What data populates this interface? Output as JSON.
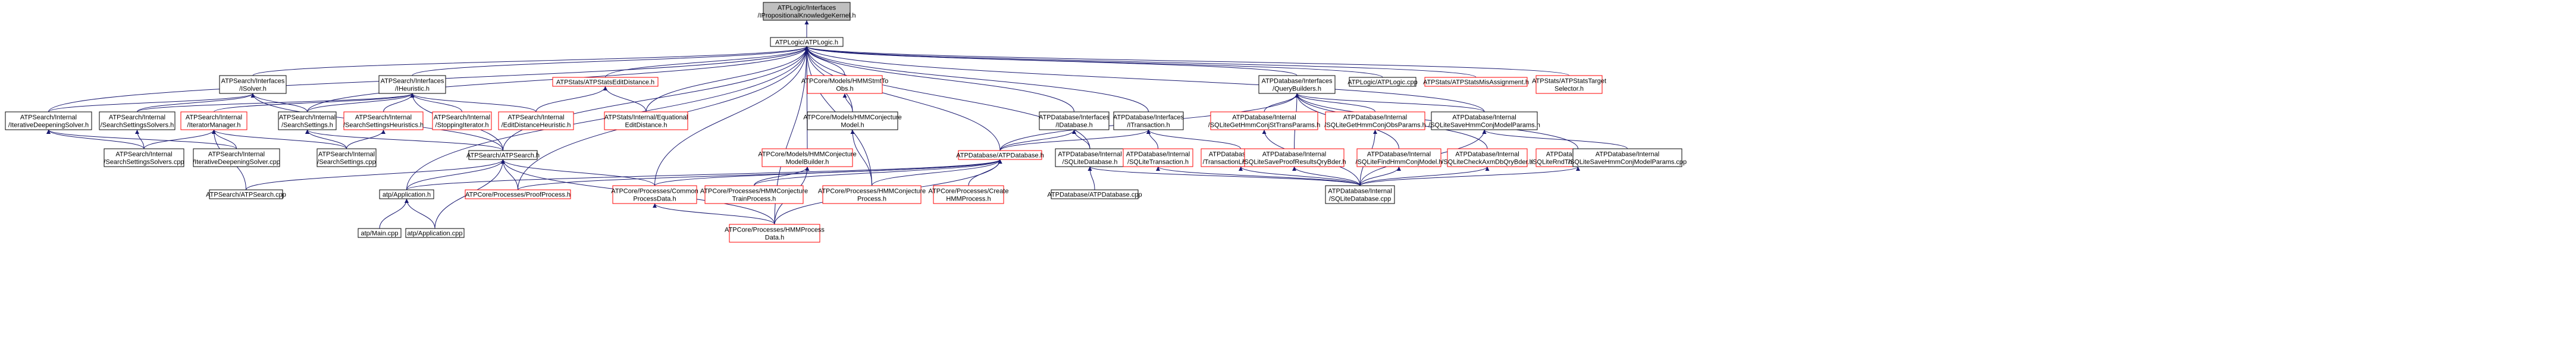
{
  "colors": {
    "edge": "#191970",
    "node_border": "#000000",
    "missing_border": "#ff0000",
    "root_fill": "#bfbfbf",
    "node_fill": "#ffffff",
    "text": "#000000"
  },
  "nodes": [
    {
      "id": "root",
      "lines": [
        "ATPLogic/Interfaces",
        "/IPropositionalKnowledgeKernel.h"
      ],
      "style": "root"
    },
    {
      "id": "atplogic_h",
      "lines": [
        "ATPLogic/ATPLogic.h"
      ],
      "style": "normal"
    },
    {
      "id": "isolver",
      "lines": [
        "ATPSearch/Interfaces",
        "/ISolver.h"
      ],
      "style": "normal"
    },
    {
      "id": "iheuristic",
      "lines": [
        "ATPSearch/Interfaces",
        "/IHeuristic.h"
      ],
      "style": "normal"
    },
    {
      "id": "editdistance",
      "lines": [
        "ATPStats/ATPStatsEditDistance.h"
      ],
      "style": "missing"
    },
    {
      "id": "hmmstmtobs",
      "lines": [
        "ATPCore/Models/HMMStmtTo",
        "Obs.h"
      ],
      "style": "missing"
    },
    {
      "id": "querybuilders",
      "lines": [
        "ATPDatabase/Interfaces",
        "/QueryBuilders.h"
      ],
      "style": "normal"
    },
    {
      "id": "atplogic_cpp",
      "lines": [
        "ATPLogic/ATPLogic.cpp"
      ],
      "style": "normal"
    },
    {
      "id": "misassign",
      "lines": [
        "ATPStats/ATPStatsMisAssignment.h"
      ],
      "style": "missing"
    },
    {
      "id": "targetsel",
      "lines": [
        "ATPStats/ATPStatsTarget",
        "Selector.h"
      ],
      "style": "missing"
    },
    {
      "id": "idsolver",
      "lines": [
        "ATPSearch/Internal",
        "/IterativeDeepeningSolver.h"
      ],
      "style": "normal"
    },
    {
      "id": "sssolvers",
      "lines": [
        "ATPSearch/Internal",
        "/SearchSettingsSolvers.h"
      ],
      "style": "normal"
    },
    {
      "id": "itermanager",
      "lines": [
        "ATPSearch/Internal",
        "/IteratorManager.h"
      ],
      "style": "missing"
    },
    {
      "id": "searchsettings",
      "lines": [
        "ATPSearch/Internal",
        "/SearchSettings.h"
      ],
      "style": "normal"
    },
    {
      "id": "ssheuristics",
      "lines": [
        "ATPSearch/Internal",
        "/SearchSettingsHeuristics.h"
      ],
      "style": "missing"
    },
    {
      "id": "stopiter",
      "lines": [
        "ATPSearch/Internal",
        "/StoppingIterator.h"
      ],
      "style": "missing"
    },
    {
      "id": "edheuristic",
      "lines": [
        "ATPSearch/Internal",
        "/EditDistanceHeuristic.h"
      ],
      "style": "missing"
    },
    {
      "id": "equational",
      "lines": [
        "ATPStats/Internal/Equational",
        "EditDistance.h"
      ],
      "style": "missing"
    },
    {
      "id": "hmmconjmodel",
      "lines": [
        "ATPCore/Models/HMMConjecture",
        "Model.h"
      ],
      "style": "normal"
    },
    {
      "id": "idatabase",
      "lines": [
        "ATPDatabase/Interfaces",
        "/IDatabase.h"
      ],
      "style": "normal"
    },
    {
      "id": "itransaction",
      "lines": [
        "ATPDatabase/Interfaces",
        "/ITransaction.h"
      ],
      "style": "normal"
    },
    {
      "id": "getconjtrans",
      "lines": [
        "ATPDatabase/Internal",
        "/SQLiteGetHmmConjStTransParams.h"
      ],
      "style": "missing"
    },
    {
      "id": "getconjobs",
      "lines": [
        "ATPDatabase/Internal",
        "/SQLiteGetHmmConjObsParams.h"
      ],
      "style": "missing"
    },
    {
      "id": "savehmmconj",
      "lines": [
        "ATPDatabase/Internal",
        "/SQLiteSaveHmmConjModelParams.h"
      ],
      "style": "normal"
    },
    {
      "id": "sssolvers_cpp",
      "lines": [
        "ATPSearch/Internal",
        "/SearchSettingsSolvers.cpp"
      ],
      "style": "normal"
    },
    {
      "id": "idsolver_cpp",
      "lines": [
        "ATPSearch/Internal",
        "/IterativeDeepeningSolver.cpp"
      ],
      "style": "normal"
    },
    {
      "id": "searchsettings_cpp",
      "lines": [
        "ATPSearch/Internal",
        "/SearchSettings.cpp"
      ],
      "style": "normal"
    },
    {
      "id": "atpsearch_h",
      "lines": [
        "ATPSearch/ATPSearch.h"
      ],
      "style": "normal"
    },
    {
      "id": "hmmconjbuilder",
      "lines": [
        "ATPCore/Models/HMMConjecture",
        "ModelBuilder.h"
      ],
      "style": "missing"
    },
    {
      "id": "atpdatabase_h",
      "lines": [
        "ATPDatabase/ATPDatabase.h"
      ],
      "style": "missing"
    },
    {
      "id": "sqlitedb_h",
      "lines": [
        "ATPDatabase/Internal",
        "/SQLiteDatabase.h"
      ],
      "style": "normal"
    },
    {
      "id": "sqlitetrans",
      "lines": [
        "ATPDatabase/Internal",
        "/SQLiteTransaction.h"
      ],
      "style": "missing"
    },
    {
      "id": "translistwrap",
      "lines": [
        "ATPDatabase/Internal",
        "/TransactionListWrapper.h"
      ],
      "style": "missing"
    },
    {
      "id": "saveproof",
      "lines": [
        "ATPDatabase/Internal",
        "/SQLiteSaveProofResultsQryBder.h"
      ],
      "style": "missing"
    },
    {
      "id": "findhmm",
      "lines": [
        "ATPDatabase/Internal",
        "/SQLiteFindHmmConjModel.h"
      ],
      "style": "missing"
    },
    {
      "id": "checkaxm",
      "lines": [
        "ATPDatabase/Internal",
        "/SQLiteCheckAxmDbQryBder.h"
      ],
      "style": "missing"
    },
    {
      "id": "rndthm",
      "lines": [
        "ATPDatabase/Internal",
        "/SQLiteRndThmSelectQryBder.h"
      ],
      "style": "missing"
    },
    {
      "id": "savehmmconj_cpp",
      "lines": [
        "ATPDatabase/Internal",
        "/SQLiteSaveHmmConjModelParams.cpp"
      ],
      "style": "normal"
    },
    {
      "id": "atpsearch_cpp",
      "lines": [
        "ATPSearch/ATPSearch.cpp"
      ],
      "style": "normal"
    },
    {
      "id": "app_h",
      "lines": [
        "atp/Application.h"
      ],
      "style": "normal"
    },
    {
      "id": "proofprocess",
      "lines": [
        "ATPCore/Processes/ProofProcess.h"
      ],
      "style": "missing"
    },
    {
      "id": "commonprocdata",
      "lines": [
        "ATPCore/Processes/Common",
        "ProcessData.h"
      ],
      "style": "missing"
    },
    {
      "id": "hmmtrainproc",
      "lines": [
        "ATPCore/Processes/HMMConjecture",
        "TrainProcess.h"
      ],
      "style": "missing"
    },
    {
      "id": "hmmconjproc",
      "lines": [
        "ATPCore/Processes/HMMConjecture",
        "Process.h"
      ],
      "style": "missing"
    },
    {
      "id": "createhmm",
      "lines": [
        "ATPCore/Processes/Create",
        "HMMProcess.h"
      ],
      "style": "missing"
    },
    {
      "id": "atpdatabase_cpp",
      "lines": [
        "ATPDatabase/ATPDatabase.cpp"
      ],
      "style": "normal"
    },
    {
      "id": "sqlitedb_cpp",
      "lines": [
        "ATPDatabase/Internal",
        "/SQLiteDatabase.cpp"
      ],
      "style": "normal"
    },
    {
      "id": "main_cpp",
      "lines": [
        "atp/Main.cpp"
      ],
      "style": "normal"
    },
    {
      "id": "app_cpp",
      "lines": [
        "atp/Application.cpp"
      ],
      "style": "normal"
    },
    {
      "id": "hmmprocdata",
      "lines": [
        "ATPCore/Processes/HMMProcess",
        "Data.h"
      ],
      "style": "missing"
    }
  ],
  "edges": [
    [
      "root",
      "atplogic_h"
    ],
    [
      "atplogic_h",
      "isolver"
    ],
    [
      "atplogic_h",
      "iheuristic"
    ],
    [
      "atplogic_h",
      "editdistance"
    ],
    [
      "atplogic_h",
      "hmmstmtobs"
    ],
    [
      "atplogic_h",
      "querybuilders"
    ],
    [
      "atplogic_h",
      "atplogic_cpp"
    ],
    [
      "atplogic_h",
      "misassign"
    ],
    [
      "atplogic_h",
      "targetsel"
    ],
    [
      "atplogic_h",
      "searchsettings"
    ],
    [
      "atplogic_h",
      "hmmconjmodel"
    ],
    [
      "atplogic_h",
      "idatabase"
    ],
    [
      "atplogic_h",
      "itransaction"
    ],
    [
      "atplogic_h",
      "savehmmconj"
    ],
    [
      "atplogic_h",
      "equational"
    ],
    [
      "atplogic_h",
      "idsolver"
    ],
    [
      "atplogic_h",
      "app_h"
    ],
    [
      "atplogic_h",
      "atpsearch_h"
    ],
    [
      "atplogic_h",
      "proofprocess"
    ],
    [
      "atplogic_h",
      "commonprocdata"
    ],
    [
      "atplogic_h",
      "hmmconjbuilder"
    ],
    [
      "atplogic_h",
      "hmmconjproc"
    ],
    [
      "atplogic_h",
      "hmmprocdata"
    ],
    [
      "atplogic_h",
      "sqlitedb_h"
    ],
    [
      "atplogic_h",
      "atpdatabase_h"
    ],
    [
      "isolver",
      "idsolver"
    ],
    [
      "isolver",
      "sssolvers"
    ],
    [
      "isolver",
      "searchsettings"
    ],
    [
      "isolver",
      "atpsearch_h"
    ],
    [
      "iheuristic",
      "sssolvers"
    ],
    [
      "iheuristic",
      "itermanager"
    ],
    [
      "iheuristic",
      "searchsettings"
    ],
    [
      "iheuristic",
      "ssheuristics"
    ],
    [
      "iheuristic",
      "stopiter"
    ],
    [
      "iheuristic",
      "edheuristic"
    ],
    [
      "iheuristic",
      "atpsearch_h"
    ],
    [
      "editdistance",
      "edheuristic"
    ],
    [
      "editdistance",
      "equational"
    ],
    [
      "hmmstmtobs",
      "hmmconjmodel"
    ],
    [
      "querybuilders",
      "atpdatabase_h"
    ],
    [
      "querybuilders",
      "getconjtrans"
    ],
    [
      "querybuilders",
      "getconjobs"
    ],
    [
      "querybuilders",
      "savehmmconj"
    ],
    [
      "querybuilders",
      "saveproof"
    ],
    [
      "querybuilders",
      "findhmm"
    ],
    [
      "querybuilders",
      "checkaxm"
    ],
    [
      "querybuilders",
      "rndthm"
    ],
    [
      "idsolver",
      "sssolvers_cpp"
    ],
    [
      "idsolver",
      "idsolver_cpp"
    ],
    [
      "sssolvers",
      "sssolvers_cpp"
    ],
    [
      "itermanager",
      "sssolvers_cpp"
    ],
    [
      "itermanager",
      "idsolver_cpp"
    ],
    [
      "itermanager",
      "searchsettings_cpp"
    ],
    [
      "itermanager",
      "atpsearch_cpp"
    ],
    [
      "searchsettings",
      "searchsettings_cpp"
    ],
    [
      "searchsettings",
      "atpsearch_h"
    ],
    [
      "ssheuristics",
      "searchsettings_cpp"
    ],
    [
      "hmmconjmodel",
      "hmmconjproc"
    ],
    [
      "idatabase",
      "atpdatabase_h"
    ],
    [
      "idatabase",
      "sqlitedb_h"
    ],
    [
      "itransaction",
      "atpdatabase_h"
    ],
    [
      "itransaction",
      "sqlitetrans"
    ],
    [
      "itransaction",
      "translistwrap"
    ],
    [
      "getconjtrans",
      "sqlitedb_cpp"
    ],
    [
      "getconjobs",
      "sqlitedb_cpp"
    ],
    [
      "savehmmconj",
      "savehmmconj_cpp"
    ],
    [
      "savehmmconj",
      "sqlitedb_cpp"
    ],
    [
      "atpsearch_h",
      "atpsearch_cpp"
    ],
    [
      "atpsearch_h",
      "app_h"
    ],
    [
      "atpsearch_h",
      "proofprocess"
    ],
    [
      "atpsearch_h",
      "commonprocdata"
    ],
    [
      "atpsearch_h",
      "app_cpp"
    ],
    [
      "atpsearch_h",
      "hmmprocdata"
    ],
    [
      "hmmconjbuilder",
      "hmmtrainproc"
    ],
    [
      "hmmconjbuilder",
      "hmmprocdata"
    ],
    [
      "atpdatabase_h",
      "app_h"
    ],
    [
      "atpdatabase_h",
      "proofprocess"
    ],
    [
      "atpdatabase_h",
      "commonprocdata"
    ],
    [
      "atpdatabase_h",
      "hmmtrainproc"
    ],
    [
      "atpdatabase_h",
      "hmmconjproc"
    ],
    [
      "atpdatabase_h",
      "createhmm"
    ],
    [
      "atpdatabase_h",
      "hmmprocdata"
    ],
    [
      "sqlitedb_h",
      "atpdatabase_cpp"
    ],
    [
      "sqlitedb_h",
      "sqlitedb_cpp"
    ],
    [
      "sqlitetrans",
      "sqlitedb_cpp"
    ],
    [
      "translistwrap",
      "sqlitedb_cpp"
    ],
    [
      "saveproof",
      "sqlitedb_cpp"
    ],
    [
      "findhmm",
      "sqlitedb_cpp"
    ],
    [
      "checkaxm",
      "sqlitedb_cpp"
    ],
    [
      "rndthm",
      "sqlitedb_cpp"
    ],
    [
      "app_h",
      "main_cpp"
    ],
    [
      "app_h",
      "app_cpp"
    ],
    [
      "commonprocdata",
      "hmmprocdata"
    ]
  ]
}
